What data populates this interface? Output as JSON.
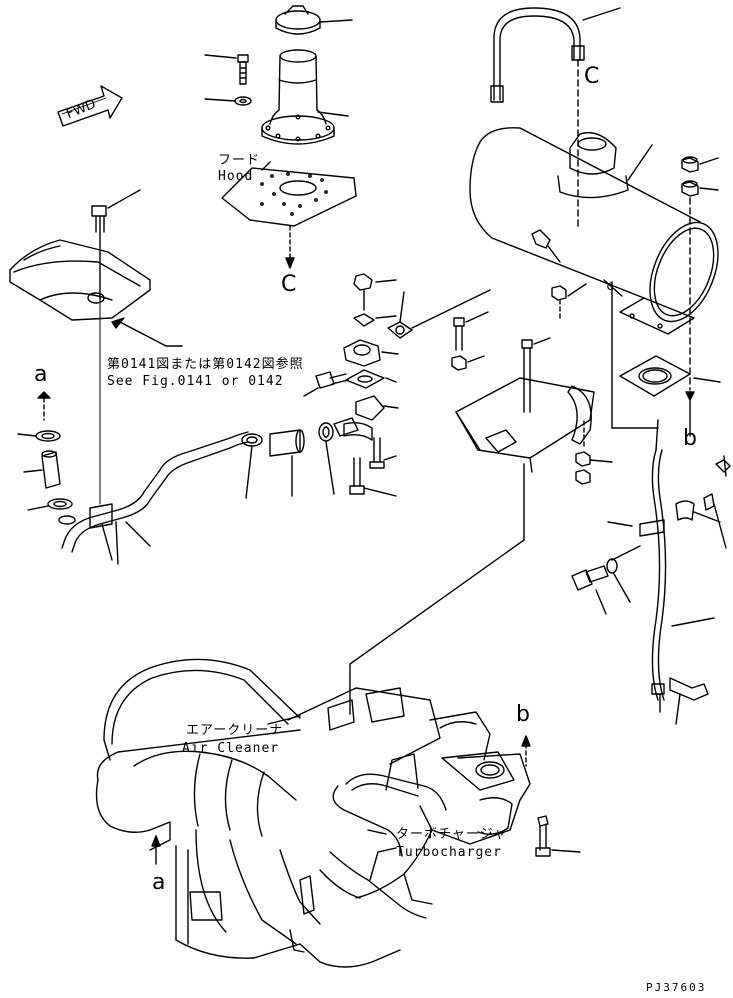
{
  "labels": {
    "fwd": "FWD",
    "hood_jp": "フード",
    "hood_en": "Hood",
    "ref_jp": "第0141図または第0142図参照",
    "ref_en": "See Fig.0141 or 0142",
    "air_cleaner_jp": "エアークリーナ",
    "air_cleaner_en": "Air Cleaner",
    "turbo_jp": "ターボチャージャ",
    "turbo_en": "Turbocharger",
    "ref_c_top": "C",
    "ref_c_left": "C",
    "ref_c_small": "c",
    "ref_a_upper": "a",
    "ref_a_lower": "a",
    "ref_b_right": "b",
    "ref_b_engine": "b",
    "figure_id": "PJ37603"
  },
  "colors": {
    "line": "#000000",
    "background": "#ffffff"
  }
}
